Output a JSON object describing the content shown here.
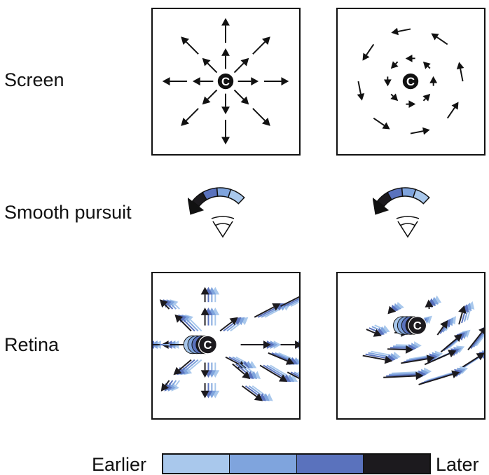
{
  "rows": {
    "screen": "Screen",
    "pursuit": "Smooth pursuit",
    "retina": "Retina"
  },
  "center_marker": "C",
  "legend": {
    "earlier": "Earlier",
    "later": "Later",
    "colors": [
      "#a9c8ec",
      "#7fa4dd",
      "#5a72bd",
      "#1c1a1e"
    ]
  },
  "colors": {
    "ink": "#111111",
    "outline": "#111111"
  },
  "icons": [
    "arrow-icon",
    "eye-icon",
    "center-marker-icon"
  ]
}
